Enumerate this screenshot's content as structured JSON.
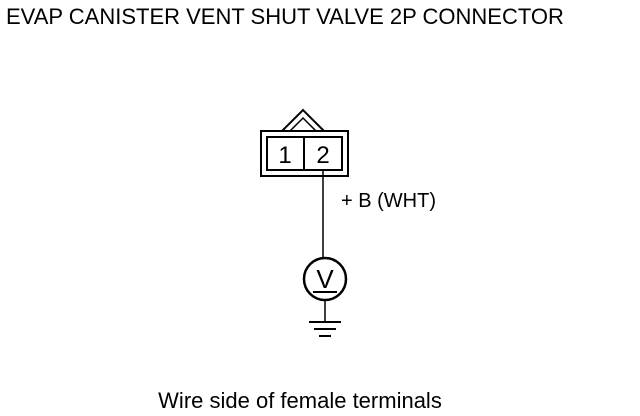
{
  "title": "EVAP CANISTER VENT SHUT VALVE 2P CONNECTOR",
  "connector": {
    "terminals": [
      "1",
      "2"
    ]
  },
  "wire": {
    "label": "+ B (WHT)"
  },
  "meter": {
    "symbol": "V"
  },
  "caption": "Wire side of female terminals",
  "colors": {
    "line": "#000000",
    "background": "#ffffff"
  }
}
